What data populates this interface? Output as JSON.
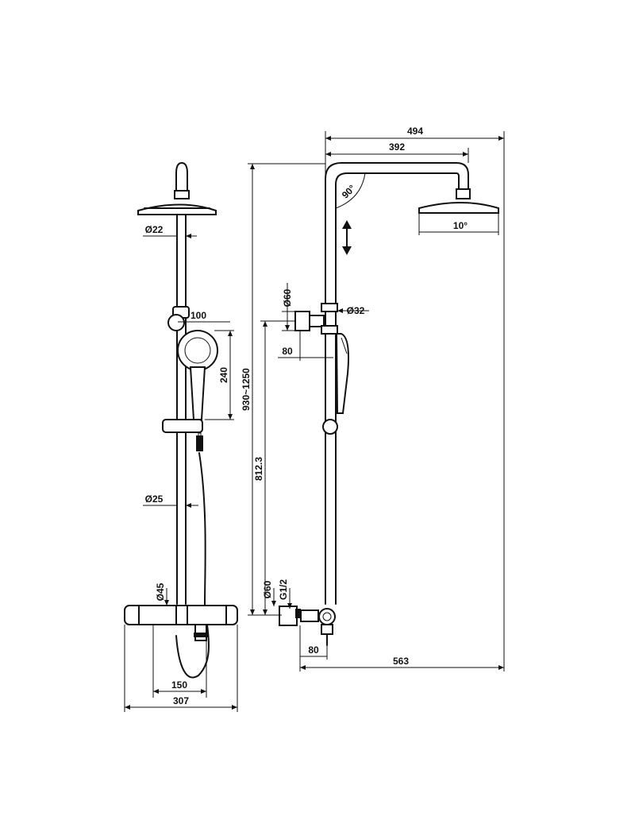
{
  "dimensions": {
    "width_494": "494",
    "arm_392": "392",
    "angle_90": "90°",
    "tilt_10": "10°",
    "dia_22": "Ø22",
    "dia_60_top": "Ø60",
    "dia_32": "Ø32",
    "offset_80_top": "80",
    "width_100": "100",
    "height_240": "240",
    "height_range": "930~1250",
    "height_812": "812.3",
    "dia_25": "Ø25",
    "dia_45": "Ø45",
    "dia_60_bottom": "Ø60",
    "thread": "G1/2",
    "offset_80_bottom": "80",
    "depth_563": "563",
    "centers_150": "150",
    "width_307": "307"
  },
  "colors": {
    "line": "#111111",
    "background": "#ffffff"
  },
  "icons": {
    "adjust_arrow": "double-arrow-vertical-icon"
  }
}
